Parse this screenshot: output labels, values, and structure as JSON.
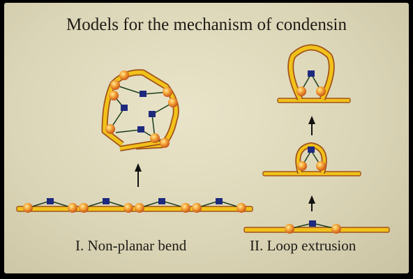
{
  "title": "Models for the mechanism of condensin",
  "captions": {
    "left": "I. Non-planar bend",
    "right": "II. Loop extrusion"
  },
  "colors": {
    "dna_fill": "#f1c21a",
    "dna_outline": "#a0521b",
    "subunit_ball": "#e98a25",
    "hinge_square": "#1e2a7e",
    "arm_line": "#183a1a",
    "background": "#dcd6b8"
  }
}
